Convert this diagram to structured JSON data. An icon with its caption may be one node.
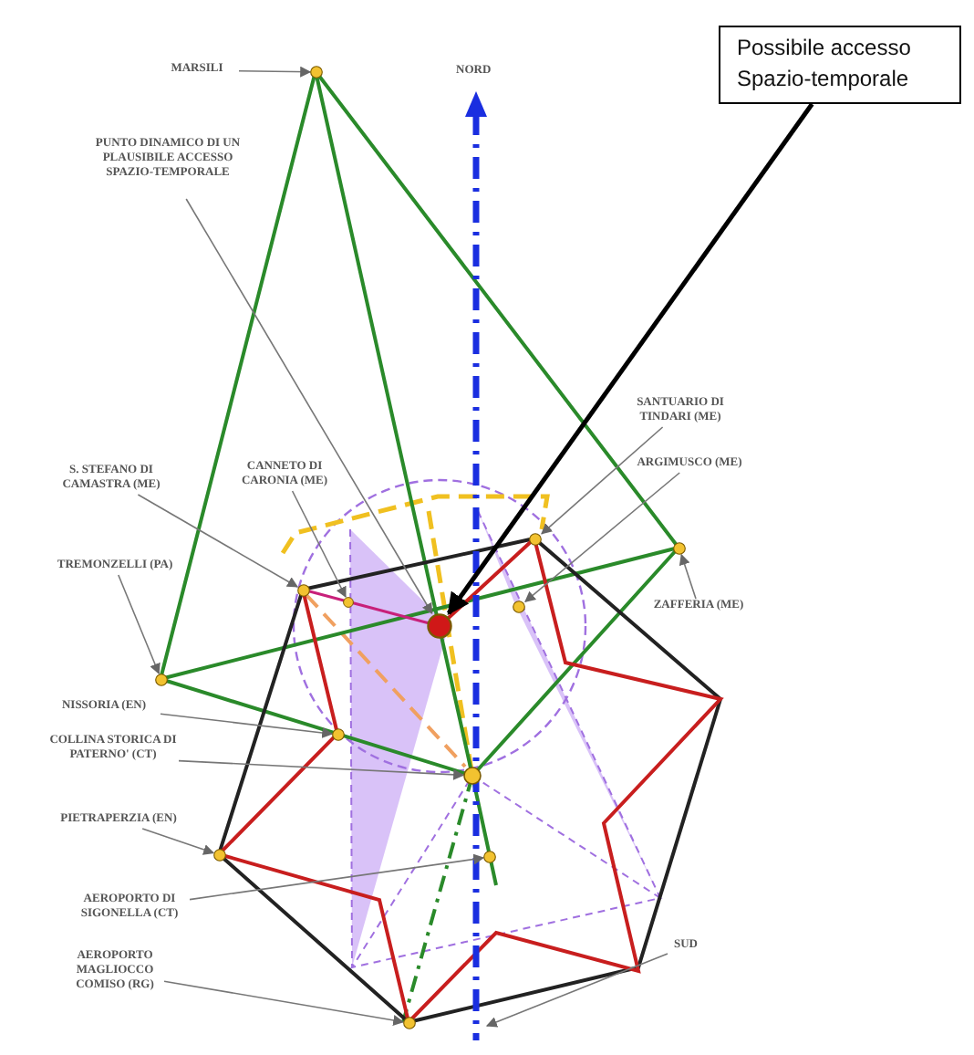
{
  "diagram": {
    "nodes": [
      {
        "text": [
          "Possibile accesso Spazio-temporale"
        ]
      },
      {
        "text": [
          "MARSILI"
        ]
      },
      {
        "text": [],
        "shape": "circle"
      },
      {
        "text": [
          "PUNTO DINAMICO DI UN PLAUSIBILE ACCESSO SPAZIO-TEMPORALE"
        ]
      },
      {
        "text": [],
        "shape": "circle"
      },
      {
        "text": [
          "SANTUARIO DI TINDARI (ME)"
        ]
      },
      {
        "text": [],
        "shape": "circle"
      },
      {
        "text": [
          "S. STEFANO DI CAMASTRA (ME)"
        ]
      },
      {
        "text": [],
        "shape": "circle"
      },
      {
        "text": [
          "CANNETO DI CARONIA (ME)"
        ]
      },
      {
        "text": [],
        "shape": "circle"
      },
      {
        "text": [
          "ARGIMUSCO (ME)"
        ]
      },
      {
        "text": [],
        "shape": "circle"
      },
      {
        "text": [
          "TREMONZELLI (PA)"
        ]
      },
      {
        "text": [],
        "shape": "circle"
      },
      {
        "text": [
          "ZAFFERIA (ME)"
        ]
      },
      {
        "text": [],
        "shape": "circle"
      },
      {
        "text": [
          "NISSORIA (EN)"
        ]
      },
      {
        "text": [],
        "shape": "circle"
      },
      {
        "text": [
          "COLLINA STORICA DI PATERNO' (CT)"
        ]
      },
      {
        "text": [],
        "shape": "circle"
      },
      {
        "text": [
          "PIETRAPERZIA (EN)"
        ]
      },
      {
        "text": [],
        "shape": "circle"
      },
      {
        "text": [
          "AEROPORTO DI SIGONELLA (CT)"
        ]
      },
      {
        "text": [],
        "shape": "circle"
      },
      {
        "text": [
          "AEROPORTO MAGLIOCCO COMISO (RG)"
        ]
      },
      {
        "text": [],
        "shape": "circle"
      },
      {
        "text": [
          "SUD"
        ]
      }
    ],
    "edges": [
      {
        "from": 0,
        "to": 4,
        "arrow": "to",
        "style": "thick",
        "color": "#000000"
      },
      {
        "from": 1,
        "to": 2,
        "arrow": "to"
      },
      {
        "from": 3,
        "to": 4,
        "arrow": "to"
      },
      {
        "from": 5,
        "to": 6,
        "arrow": "to"
      },
      {
        "from": 7,
        "to": 8,
        "arrow": "to"
      },
      {
        "from": 9,
        "to": 10,
        "arrow": "to"
      },
      {
        "from": 11,
        "to": 12,
        "arrow": "to"
      },
      {
        "from": 13,
        "to": 14,
        "arrow": "to"
      },
      {
        "from": 15,
        "to": 16,
        "arrow": "to"
      },
      {
        "from": 17,
        "to": 18,
        "arrow": "to"
      },
      {
        "from": 19,
        "to": 20,
        "arrow": "to"
      },
      {
        "from": 21,
        "to": 22,
        "arrow": "to"
      },
      {
        "from": 23,
        "to": 24,
        "arrow": "to"
      },
      {
        "from": 25,
        "to": 26,
        "arrow": "to"
      },
      {
        "from": 27,
        "to": null,
        "arrow": "to"
      }
    ],
    "labels": [
      "NORD"
    ]
  }
}
